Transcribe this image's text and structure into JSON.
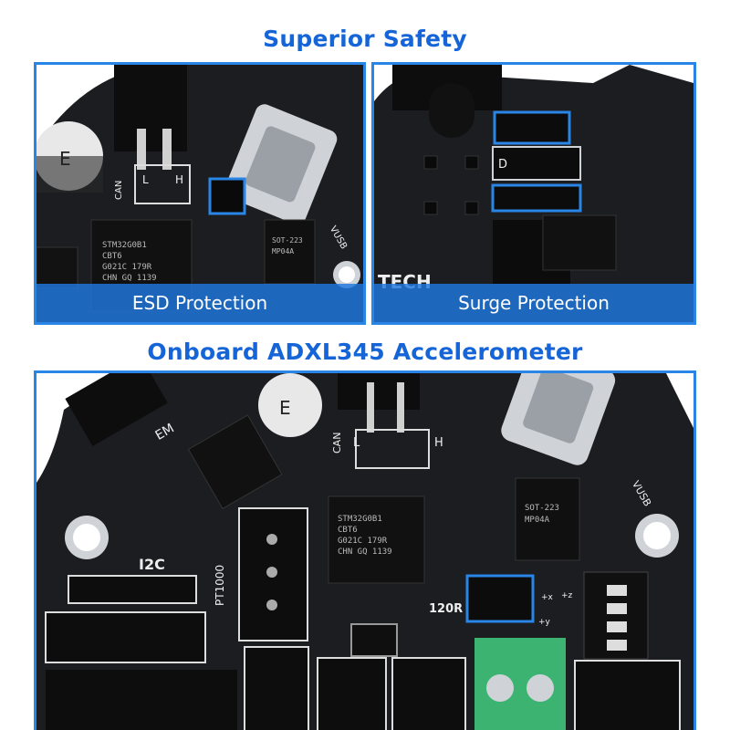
{
  "headings": {
    "top": "Superior Safety",
    "bottom": "Onboard ADXL345 Accelerometer"
  },
  "panels": {
    "esd": {
      "caption": "ESD Protection"
    },
    "surge": {
      "caption": "Surge Protection"
    },
    "adxl": {}
  },
  "board_labels": {
    "mcu_line1": "STM32G0B1",
    "mcu_line2": "CBT6",
    "mcu_line3": "G021C 179R",
    "mcu_line4": "CHN GQ 1139",
    "regulator_line1": "SOT-223",
    "regulator_line2": "MP04A",
    "can": "CAN",
    "l": "L",
    "h": "H",
    "vusb": "VUSB",
    "i2c": "I2C",
    "pt1000": "PT1000",
    "r120": "120R",
    "em": "EM",
    "e": "E",
    "tech": "TECH",
    "d": "D",
    "axis_x": "+x",
    "axis_y": "+y",
    "axis_z": "+z"
  },
  "colors": {
    "accent": "#1565d8",
    "board": "#1b1d20",
    "highlight": "#2a86e6",
    "terminal": "#3cb371"
  }
}
